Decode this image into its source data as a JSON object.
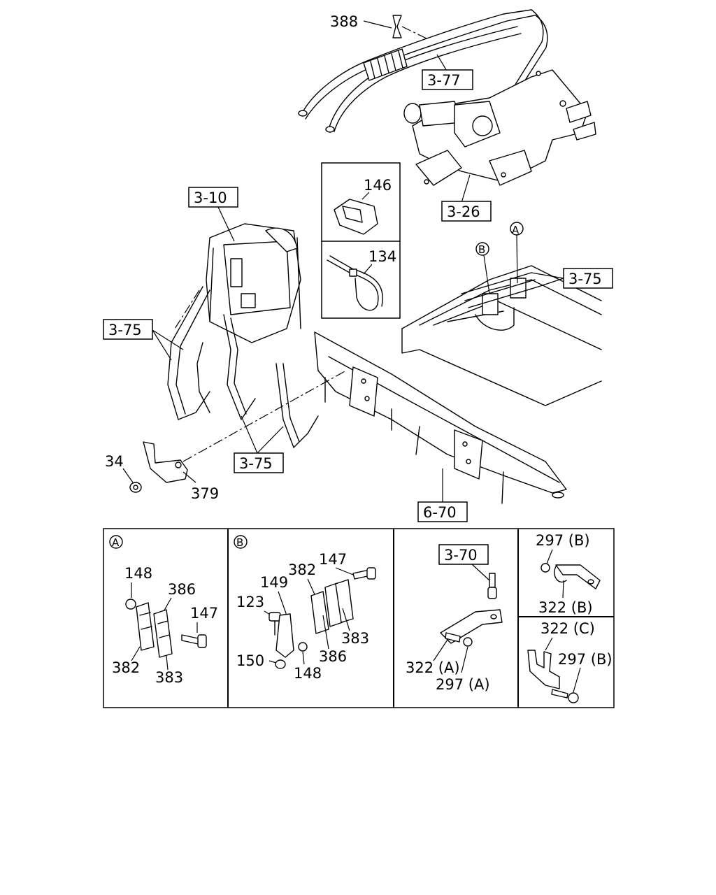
{
  "references": {
    "r388_box": "3-77",
    "r326": "3-26",
    "r310": "3-10",
    "r375_right": "3-75",
    "r375_left": "3-75",
    "r375_bottom": "3-75",
    "r670": "6-70",
    "r370": "3-70"
  },
  "parts": {
    "p388": "388",
    "p146": "146",
    "p134": "134",
    "p34": "34",
    "p379": "379"
  },
  "markers": {
    "a": "A",
    "b": "B"
  },
  "detail_a": {
    "marker": "A",
    "labels": [
      "148",
      "386",
      "147",
      "382",
      "383"
    ]
  },
  "detail_b": {
    "marker": "B",
    "labels": [
      "147",
      "382",
      "149",
      "123",
      "383",
      "386",
      "150",
      "148"
    ]
  },
  "detail_c": {
    "labels": [
      "322 (A)",
      "297 (A)"
    ]
  },
  "detail_d": {
    "labels": [
      "297 (B)",
      "322 (B)"
    ]
  },
  "detail_e": {
    "labels": [
      "322 (C)",
      "297 (B)"
    ]
  },
  "colors": {
    "line": "#000000",
    "background": "#ffffff"
  }
}
